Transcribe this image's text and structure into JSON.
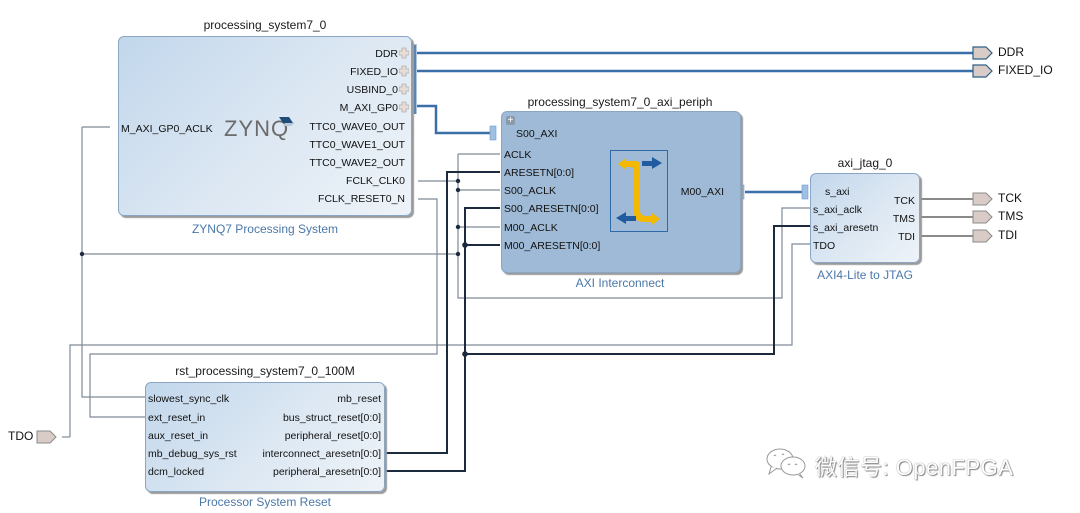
{
  "blocks": {
    "ps7": {
      "title": "processing_system7_0",
      "subtitle": "ZYNQ7 Processing System",
      "logo": "ZYNQ",
      "left_pins": [
        "M_AXI_GP0_ACLK"
      ],
      "right_pins": [
        "DDR",
        "FIXED_IO",
        "USBIND_0",
        "M_AXI_GP0",
        "TTC0_WAVE0_OUT",
        "TTC0_WAVE1_OUT",
        "TTC0_WAVE2_OUT",
        "FCLK_CLK0",
        "FCLK_RESET0_N"
      ]
    },
    "periph": {
      "title": "processing_system7_0_axi_periph",
      "subtitle": "AXI Interconnect",
      "left_pins": [
        "S00_AXI",
        "ACLK",
        "ARESETN[0:0]",
        "S00_ACLK",
        "S00_ARESETN[0:0]",
        "M00_ACLK",
        "M00_ARESETN[0:0]"
      ],
      "right_pins": [
        "M00_AXI"
      ]
    },
    "jtag": {
      "title": "axi_jtag_0",
      "subtitle": "AXI4-Lite to JTAG",
      "left_pins": [
        "s_axi",
        "s_axi_aclk",
        "s_axi_aresetn",
        "TDO"
      ],
      "right_pins": [
        "TCK",
        "TMS",
        "TDI"
      ]
    },
    "rst": {
      "title": "rst_processing_system7_0_100M",
      "subtitle": "Processor System Reset",
      "left_pins": [
        "slowest_sync_clk",
        "ext_reset_in",
        "aux_reset_in",
        "mb_debug_sys_rst",
        "dcm_locked"
      ],
      "right_pins": [
        "mb_reset",
        "bus_struct_reset[0:0]",
        "peripheral_reset[0:0]",
        "interconnect_aresetn[0:0]",
        "peripheral_aresetn[0:0]"
      ]
    }
  },
  "external_ports": {
    "outputs": [
      "DDR",
      "FIXED_IO",
      "TCK",
      "TMS",
      "TDI"
    ],
    "inputs": [
      "TDO"
    ]
  },
  "watermark": "微信号: OpenFPGA",
  "colors": {
    "bus_wire": "#3a6fa8",
    "net_wire_dark": "#1c2a3e",
    "net_wire_light": "#7f8a96",
    "block_border": "#8aa6c4",
    "subtitle": "#4a78a8",
    "port_fill": "#d9ccc6",
    "interconnect_arrow_yellow": "#f5b800",
    "interconnect_arrow_blue": "#1f5b9e"
  }
}
